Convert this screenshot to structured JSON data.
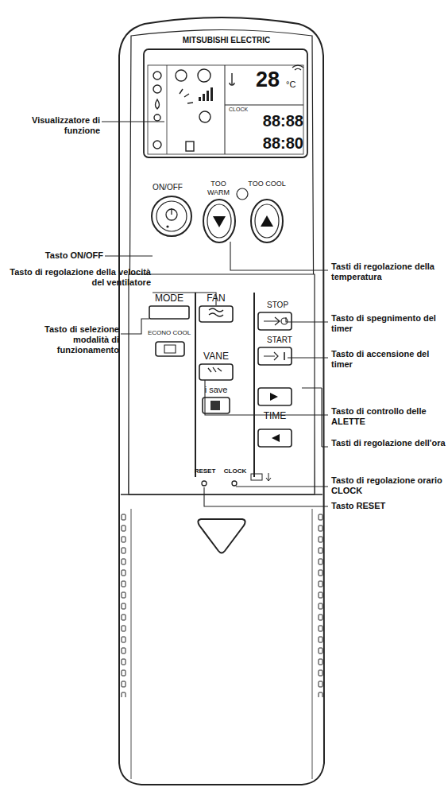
{
  "diagram": {
    "labels": [
      "Visualizzatore di funzione",
      "Tasto ON/OFF",
      "Tasto di regolazione della velocità del ventilatore",
      "Tasto di selezione modalità di funzionamento",
      "Tasti di regolazione della temperatura",
      "Tasto di spegnimento del timer",
      "Tasto di accensione del timer",
      "Tasto di controllo delle ALETTE",
      "Tasti di regolazione dell'ora",
      "Tasto di regolazione orario CLOCK",
      "Tasto RESET",
      "MITSUBISHI ELECTRIC",
      "28",
      "°C",
      "CLOCK",
      "88:88",
      "88:80",
      "ON/OFF",
      "TOO WARM",
      "TOO COOL",
      "MODE",
      "FAN",
      "ECONO COOL",
      "VANE",
      "i save",
      "STOP",
      "START",
      "TIME",
      "RESET",
      "CLOCK"
    ]
  }
}
